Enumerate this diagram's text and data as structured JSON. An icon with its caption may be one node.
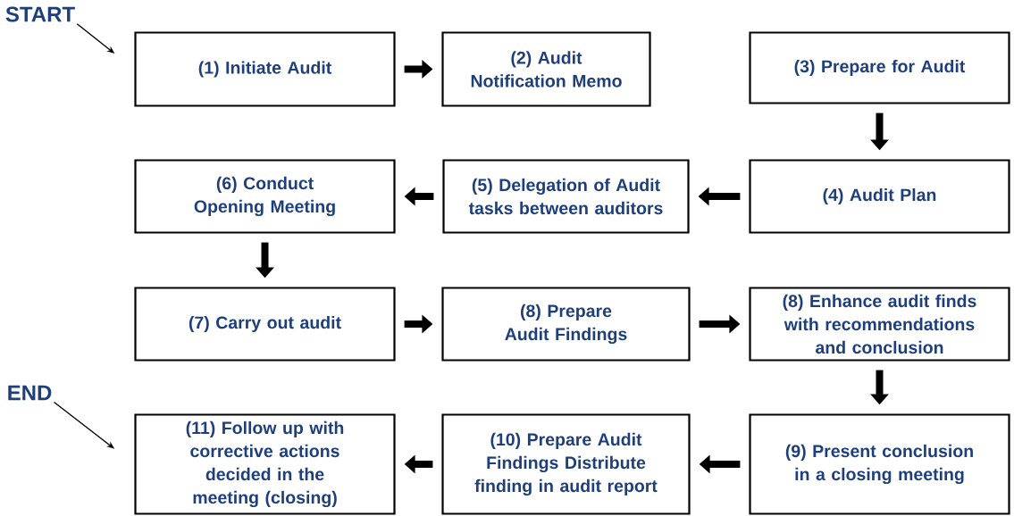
{
  "diagram": {
    "nodes": [
      {
        "text": [
          "START"
        ]
      },
      {
        "text": [
          "(1) Initiate Audit"
        ]
      },
      {
        "text": [
          "(2) Audit Notification Memo"
        ]
      },
      {
        "text": [
          "(3) Prepare for Audit"
        ]
      },
      {
        "text": [
          "(6) Conduct Opening Meeting"
        ]
      },
      {
        "text": [
          "(5) Delegation of Audit tasks between auditors"
        ]
      },
      {
        "text": [
          "(4) Audit Plan"
        ]
      },
      {
        "text": [
          "(7) Carry out audit"
        ]
      },
      {
        "text": [
          "(8) Prepare Audit Findings"
        ]
      },
      {
        "text": [
          "(8) Enhance audit finds with recommendations and conclusion"
        ]
      },
      {
        "text": [
          "END"
        ]
      },
      {
        "text": [
          "(11) Follow up with corrective actions decided in the meeting (closing)"
        ]
      },
      {
        "text": [
          "(10) Prepare Audit Findings Distribute finding in audit report"
        ]
      },
      {
        "text": [
          "(9) Present conclusion in a closing meeting"
        ]
      }
    ],
    "edges": [
      {
        "from": 0,
        "to": 1,
        "arrow": "to"
      },
      {
        "from": 1,
        "to": 2,
        "arrow": "to"
      },
      {
        "from": 3,
        "to": 6,
        "arrow": "to"
      },
      {
        "from": 6,
        "to": 5,
        "arrow": "to"
      },
      {
        "from": 5,
        "to": 4,
        "arrow": "to"
      },
      {
        "from": 4,
        "to": 7,
        "arrow": "to"
      },
      {
        "from": 7,
        "to": 8,
        "arrow": "to"
      },
      {
        "from": 8,
        "to": 9,
        "arrow": "to"
      },
      {
        "from": 9,
        "to": 13,
        "arrow": "to"
      },
      {
        "from": 13,
        "to": 12,
        "arrow": "to"
      },
      {
        "from": 12,
        "to": 11,
        "arrow": "to"
      },
      {
        "from": 10,
        "to": 11,
        "arrow": "to"
      }
    ]
  }
}
